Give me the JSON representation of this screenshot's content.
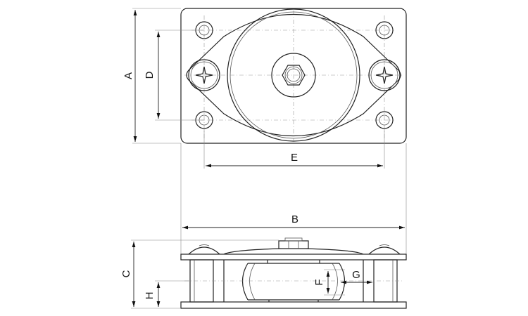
{
  "dimensions": {
    "A": "A",
    "B": "B",
    "C": "C",
    "D": "D",
    "E": "E",
    "F": "F",
    "G": "G",
    "H": "H"
  },
  "colors": {
    "line": "#222222",
    "background": "#ffffff"
  }
}
